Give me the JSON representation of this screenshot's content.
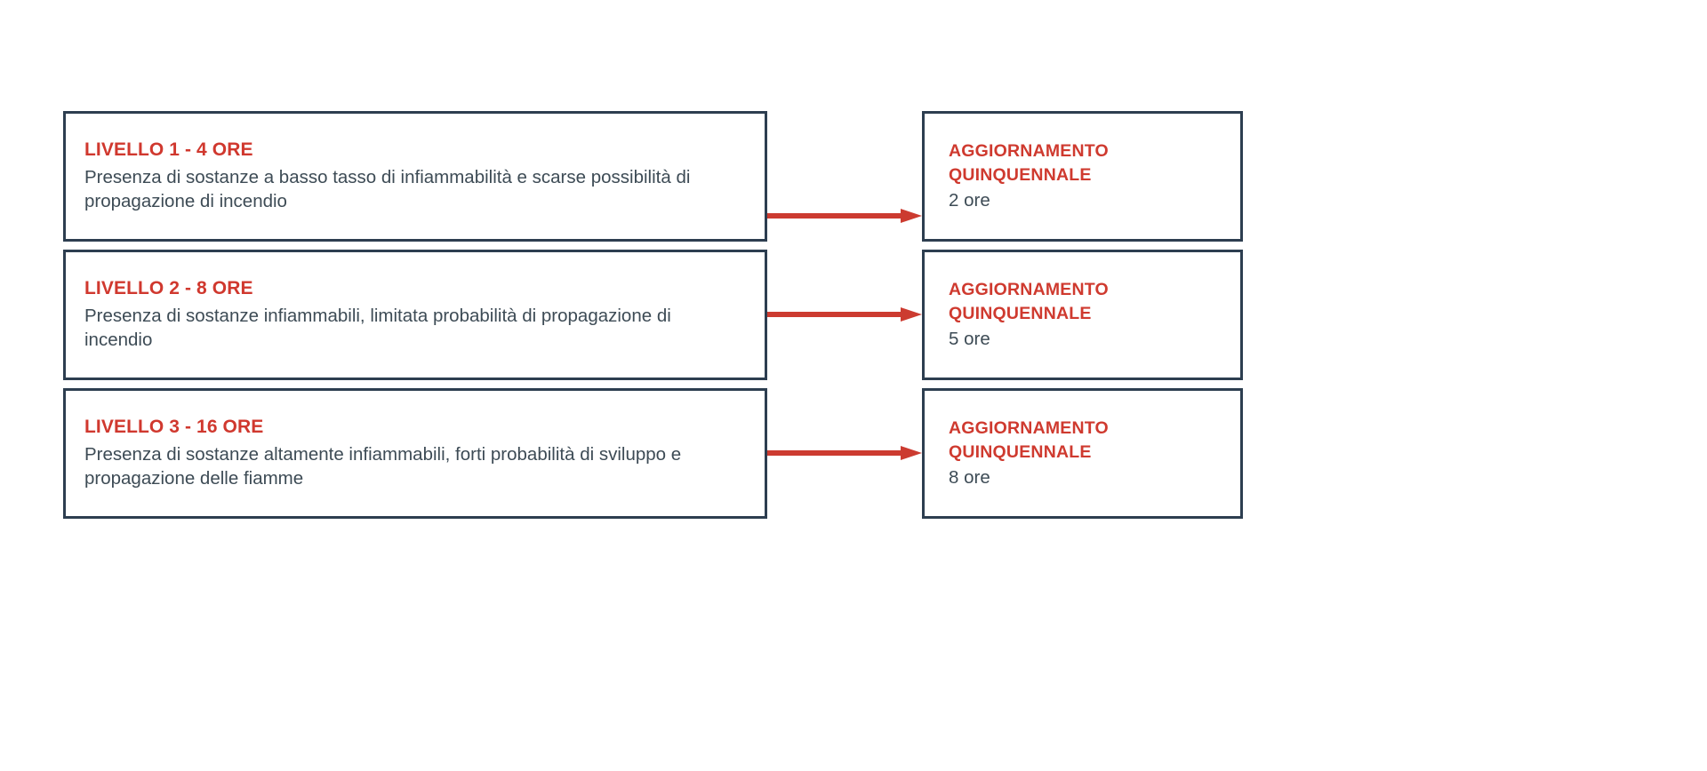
{
  "page": {
    "background_color": "#ffffff",
    "accent_red": "#d0382e",
    "border_navy": "#2d3e50",
    "body_text_color": "#3d4b55"
  },
  "rows": [
    {
      "level": {
        "title": "LIVELLO 1 - 4 ORE",
        "description": "Presenza di sostanze a basso tasso di infiammabilità e scarse possibilità di propagazione di incendio"
      },
      "arrow": {
        "name": "arrow-right-icon",
        "color": "#cc3b30"
      },
      "refresh": {
        "title": "AGGIORNAMENTO QUINQUENNALE",
        "hours": "2 ore"
      }
    },
    {
      "level": {
        "title": "LIVELLO 2 - 8 ORE",
        "description": "Presenza di sostanze infiammabili, limitata probabilità di propagazione di incendio"
      },
      "arrow": {
        "name": "arrow-right-icon",
        "color": "#cc3b30"
      },
      "refresh": {
        "title": "AGGIORNAMENTO QUINQUENNALE",
        "hours": "5 ore"
      }
    },
    {
      "level": {
        "title": "LIVELLO 3 - 16 ORE",
        "description": "Presenza di sostanze altamente infiammabili, forti probabilità di sviluppo e propagazione delle fiamme"
      },
      "arrow": {
        "name": "arrow-right-icon",
        "color": "#cc3b30"
      },
      "refresh": {
        "title": "AGGIORNAMENTO QUINQUENNALE",
        "hours": "8 ore"
      }
    }
  ]
}
